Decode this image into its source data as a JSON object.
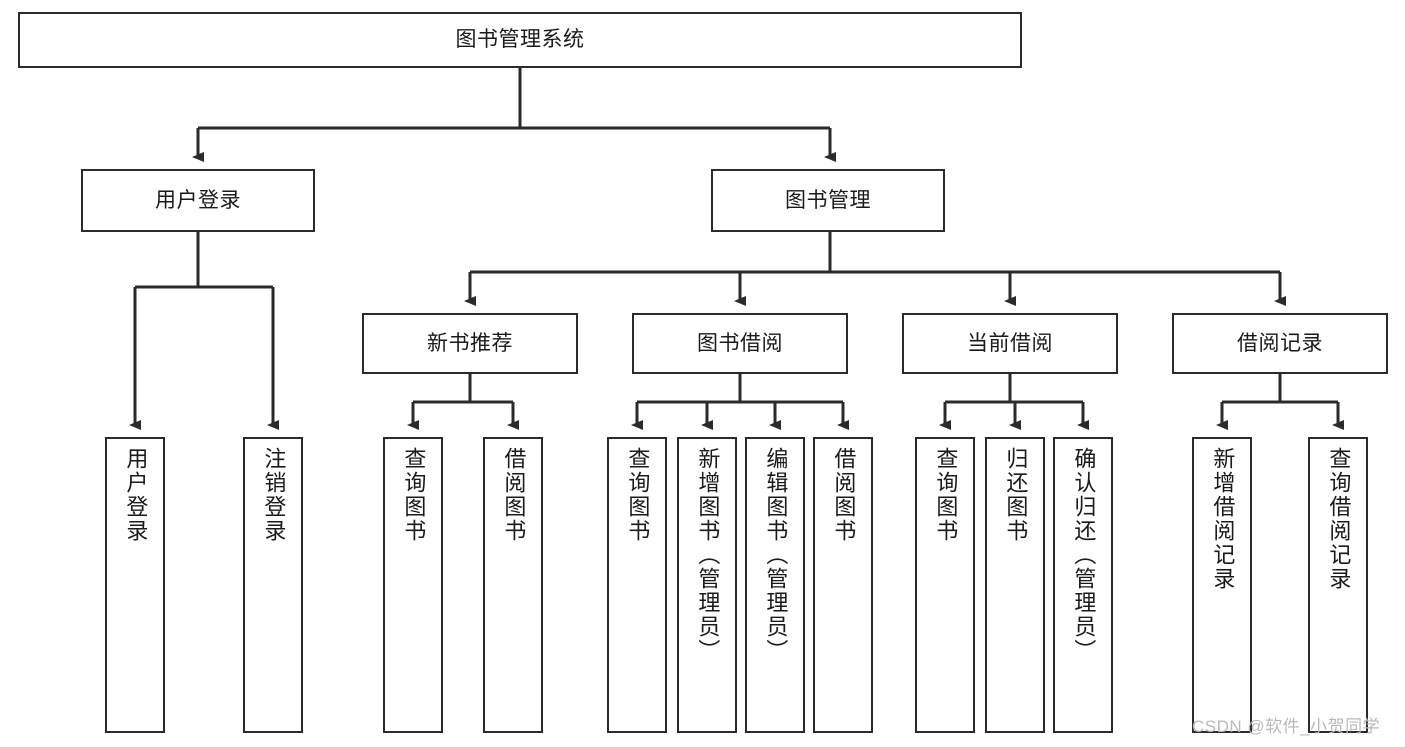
{
  "diagram": {
    "type": "tree",
    "title": "图书管理系统",
    "orientation": "top-down",
    "root": {
      "label": "图书管理系统",
      "children": [
        {
          "label": "用户登录",
          "children": [
            {
              "label": "用户登录"
            },
            {
              "label": "注销登录"
            }
          ]
        },
        {
          "label": "图书管理",
          "children": [
            {
              "label": "新书推荐",
              "children": [
                {
                  "label": "查询图书"
                },
                {
                  "label": "借阅图书"
                }
              ]
            },
            {
              "label": "图书借阅",
              "children": [
                {
                  "label": "查询图书"
                },
                {
                  "label": "新增图书（管理员）"
                },
                {
                  "label": "编辑图书（管理员）"
                },
                {
                  "label": "借阅图书"
                }
              ]
            },
            {
              "label": "当前借阅",
              "children": [
                {
                  "label": "查询图书"
                },
                {
                  "label": "归还图书"
                },
                {
                  "label": "确认归还（管理员）"
                }
              ]
            },
            {
              "label": "借阅记录",
              "children": [
                {
                  "label": "新增借阅记录"
                },
                {
                  "label": "查询借阅记录"
                }
              ]
            }
          ]
        }
      ]
    }
  },
  "nodes": {
    "root": "图书管理系统",
    "l1": {
      "user_login": "用户登录",
      "book_manage": "图书管理"
    },
    "l2": {
      "new_book_rec": "新书推荐",
      "book_borrow": "图书借阅",
      "current_borrow": "当前借阅",
      "borrow_record": "借阅记录"
    },
    "leaves": {
      "user_login_1": "用户登录",
      "user_login_2": "注销登录",
      "rec_1": "查询图书",
      "rec_2": "借阅图书",
      "borrow_1": "查询图书",
      "borrow_2": "新增图书（管理员）",
      "borrow_3": "编辑图书（管理员）",
      "borrow_4": "借阅图书",
      "current_1": "查询图书",
      "current_2": "归还图书",
      "current_3": "确认归还（管理员）",
      "record_1": "新增借阅记录",
      "record_2": "查询借阅记录"
    }
  },
  "watermark": {
    "text": "CSDN @软件_小贺同学"
  },
  "colors": {
    "stroke": "#2b2b2b",
    "fill": "#ffffff",
    "text": "#1a1a1a",
    "watermark": "#b9b9b9"
  }
}
